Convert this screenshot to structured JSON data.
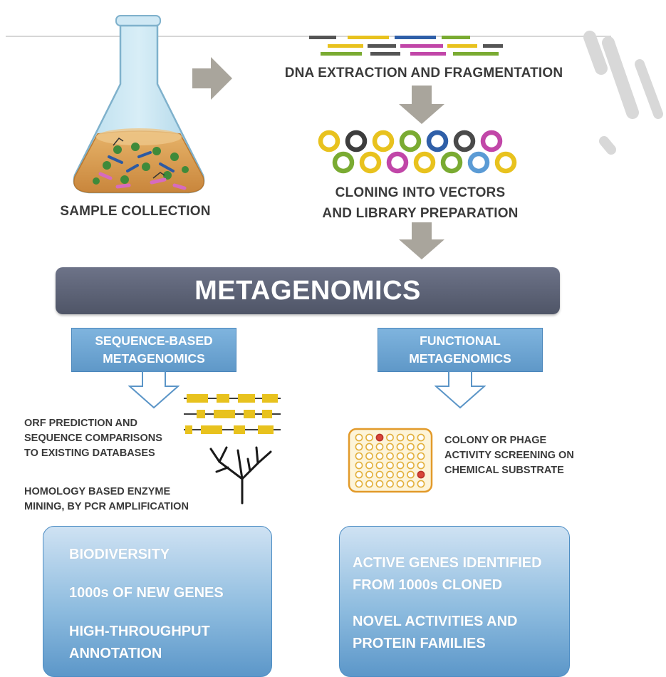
{
  "steps": {
    "sample_collection": "SAMPLE COLLECTION",
    "dna_extraction": "DNA EXTRACTION AND FRAGMENTATION",
    "cloning": "CLONING INTO VECTORS\nAND LIBRARY PREPARATION"
  },
  "banner": "METAGENOMICS",
  "branches": {
    "sequence": "SEQUENCE-BASED\nMETAGENOMICS",
    "functional": "FUNCTIONAL\nMETAGENOMICS"
  },
  "sequence_notes": {
    "orf": "ORF PREDICTION AND\nSEQUENCE COMPARISONS\nTO EXISTING DATABASES",
    "homology": "HOMOLOGY BASED ENZYME\nMINING, BY PCR AMPLIFICATION"
  },
  "functional_notes": {
    "screening": "COLONY OR PHAGE\nACTIVITY SCREENING ON\nCHEMICAL SUBSTRATE"
  },
  "outcomes": {
    "sequence": [
      "BIODIVERSITY",
      "1000s OF NEW GENES",
      "HIGH-THROUGHPUT\nANNOTATION"
    ],
    "functional": [
      "ACTIVE GENES IDENTIFIED\nFROM 1000s CLONED",
      "NOVEL ACTIVITIES AND\nPROTEIN FAMILIES"
    ]
  },
  "colors": {
    "banner": "#5c6274",
    "branch_blue": "#6ea6d6",
    "arrow_gray": "#a9a59c",
    "ring_colors": [
      "#e8c21e",
      "#3d3d3d",
      "#e8c21e",
      "#7aab32",
      "#2f5fa8",
      "#4a4a4a",
      "#c146a8",
      "#7aab32",
      "#e8c21e",
      "#c146a8",
      "#e8c21e",
      "#7aab32",
      "#5b9bd5",
      "#e8c21e"
    ]
  }
}
